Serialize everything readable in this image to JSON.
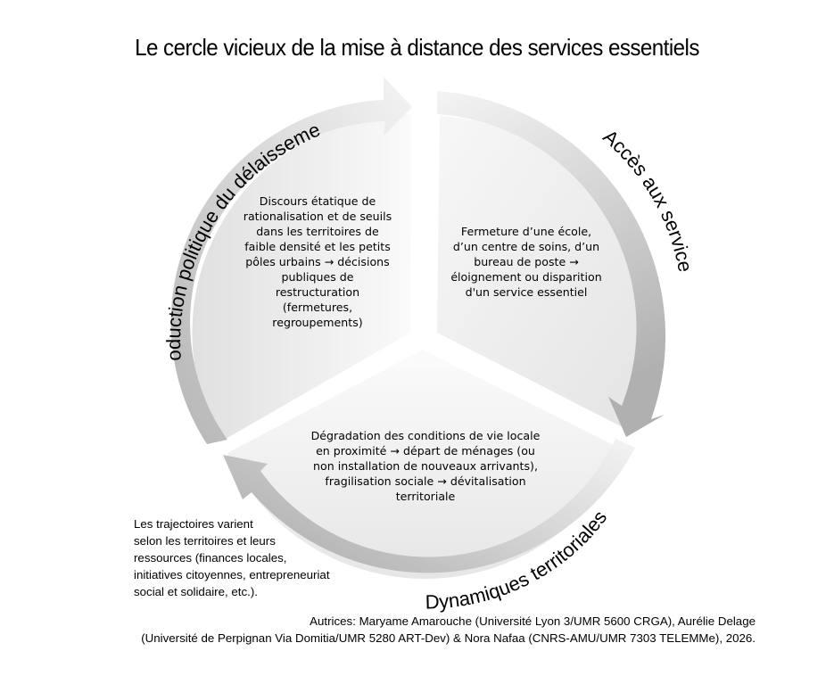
{
  "title": "Le cercle vicieux de la mise à distance des services essentiels",
  "arc_labels": {
    "left": "Production politique du délaissement",
    "right": "Accès aux services",
    "bottom": "Dynamiques territoriales"
  },
  "segments": {
    "left": [
      "Discours étatique de",
      "rationalisation et de seuils",
      "dans les territoires de",
      "faible densité et les petits",
      "pôles urbains → décisions",
      "publiques de",
      "restructuration",
      "(fermetures,",
      "regroupements)"
    ],
    "right": [
      "Fermeture d’une école,",
      "d’un centre de soins, d’un",
      "bureau de poste →",
      "éloignement ou disparition",
      "d'un service essentiel"
    ],
    "bottom": [
      "Dégradation des conditions de vie locale",
      "en proximité →  départ de ménages (ou",
      "non installation de nouveaux arrivants),",
      "fragilisation sociale → dévitalisation",
      "territoriale"
    ]
  },
  "note": [
    "Les trajectoires varient",
    "selon les territoires et leurs",
    "ressources (finances locales,",
    "initiatives citoyennes, entrepreneuriat",
    "social et solidaire, etc.)."
  ],
  "credits": [
    "Autrices: Maryame Amarouche (Université Lyon 3/UMR 5600 CRGA), Aurélie Delage",
    "(Université de Perpignan Via Domitia/UMR 5280 ART-Dev) & Nora Nafaa (CNRS-AMU/UMR 7303 TELEMMe), 2026."
  ],
  "colors": {
    "arrow_light": "#f2f2f2",
    "arrow_dark": "#b3b3b3",
    "sector_light": "#f7f7f7",
    "sector_dark": "#e2e2e2"
  }
}
